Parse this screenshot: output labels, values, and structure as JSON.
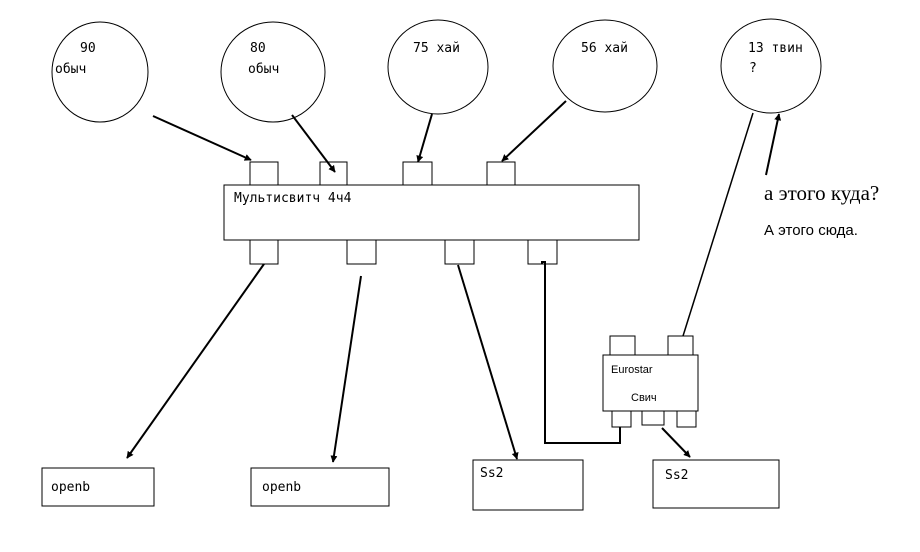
{
  "satellites": [
    {
      "line1": "90",
      "line2": "обыч"
    },
    {
      "line1": "80",
      "line2": "обыч"
    },
    {
      "line1": "75 хай",
      "line2": ""
    },
    {
      "line1": "56 хай",
      "line2": ""
    },
    {
      "line1": "13 твин",
      "line2": "?"
    }
  ],
  "multiswitch": {
    "label": "Мультисвитч 4ч4"
  },
  "switch": {
    "label1": "Eurostar",
    "label2": "Свич"
  },
  "receivers": [
    {
      "label": "openb"
    },
    {
      "label": "openb"
    },
    {
      "label": "Ss2"
    },
    {
      "label": "Ss2"
    }
  ],
  "annotations": {
    "question": "а этого куда?",
    "answer": "А этого сюда."
  }
}
